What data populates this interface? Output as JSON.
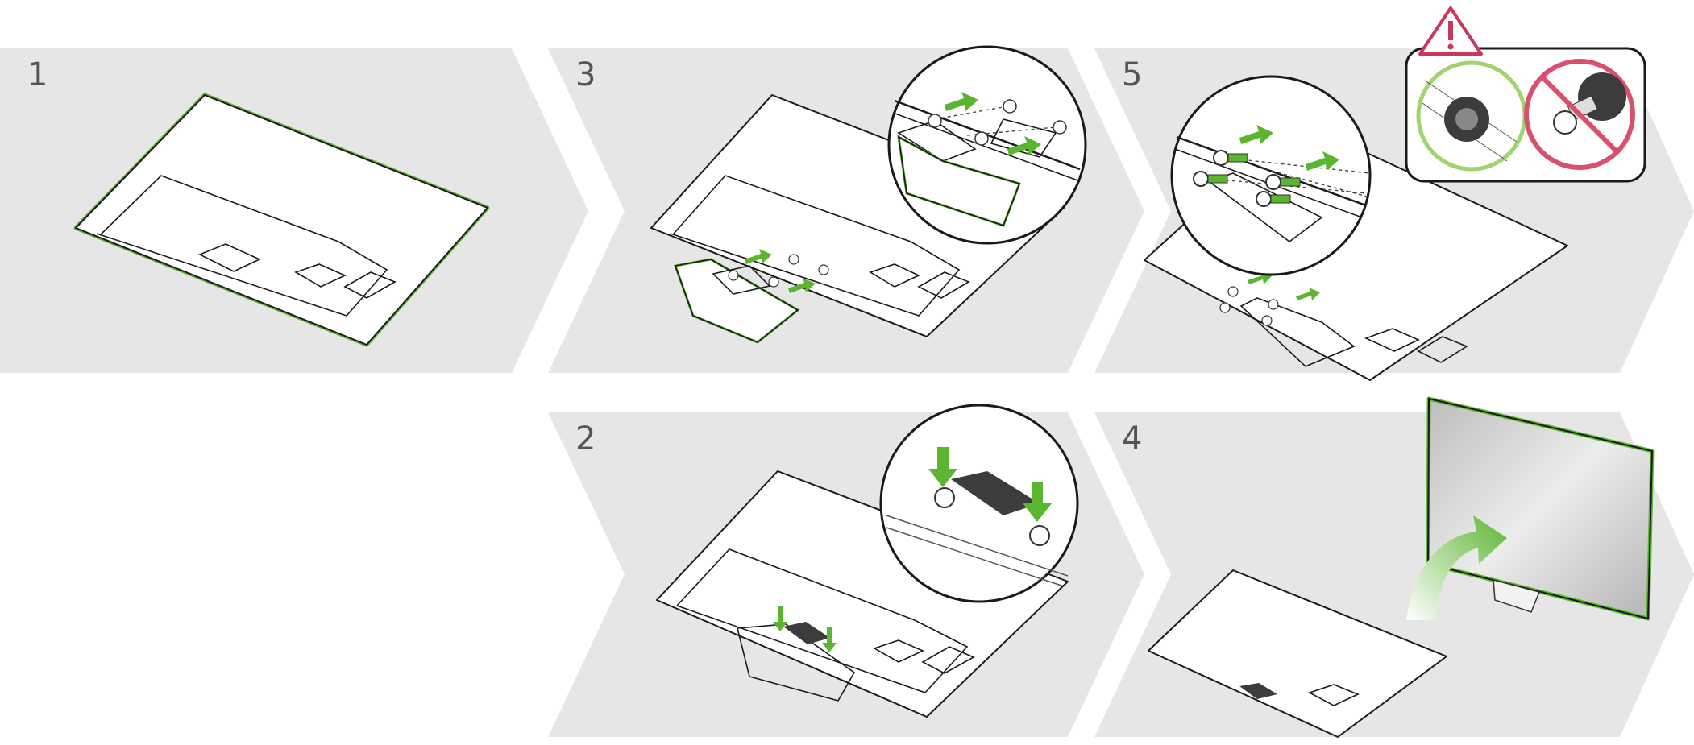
{
  "steps": [
    {
      "number": "1"
    },
    {
      "number": "2"
    },
    {
      "number": "3"
    },
    {
      "number": "4"
    },
    {
      "number": "5"
    }
  ],
  "colors": {
    "panel_bg": "#e6e6e6",
    "accent_green": "#5cb531",
    "light_green": "#9fd46f",
    "warning_red": "#c8385a",
    "prohibited_red": "#d9506e",
    "screw_dark": "#3c3c3c"
  },
  "icons": {
    "warning": "warning-triangle-icon",
    "correct": "correct-screw-icon",
    "prohibited": "prohibited-screw-icon"
  }
}
